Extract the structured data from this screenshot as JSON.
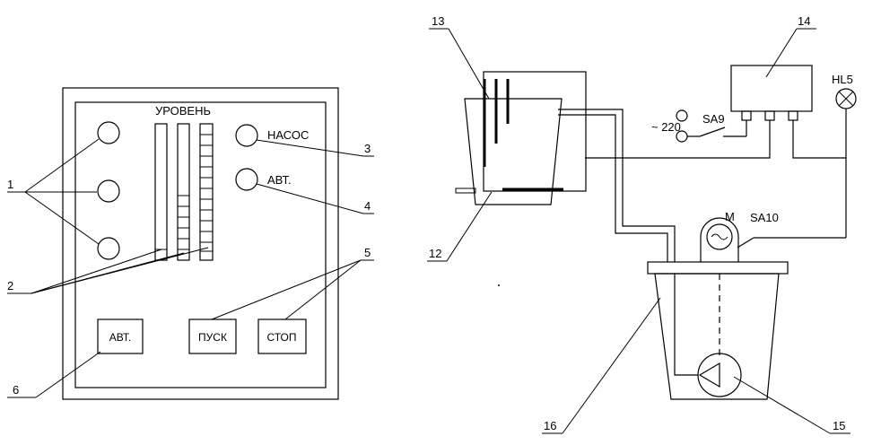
{
  "panel": {
    "level_label": "УРОВЕНЬ",
    "pump_label": "НАСОС",
    "auto_label": "АВТ.",
    "buttons": {
      "auto": "АВТ.",
      "start": "ПУСК",
      "stop": "СТОП"
    }
  },
  "callouts": {
    "c1": "1",
    "c2": "2",
    "c3": "3",
    "c4": "4",
    "c5": "5",
    "c6": "6",
    "c12": "12",
    "c13": "13",
    "c14": "14",
    "c15": "15",
    "c16": "16"
  },
  "circuit": {
    "supply": "~ 220",
    "switch_sa9": "SA9",
    "switch_sa10": "SA10",
    "lamp": "HL5",
    "motor": "M"
  }
}
